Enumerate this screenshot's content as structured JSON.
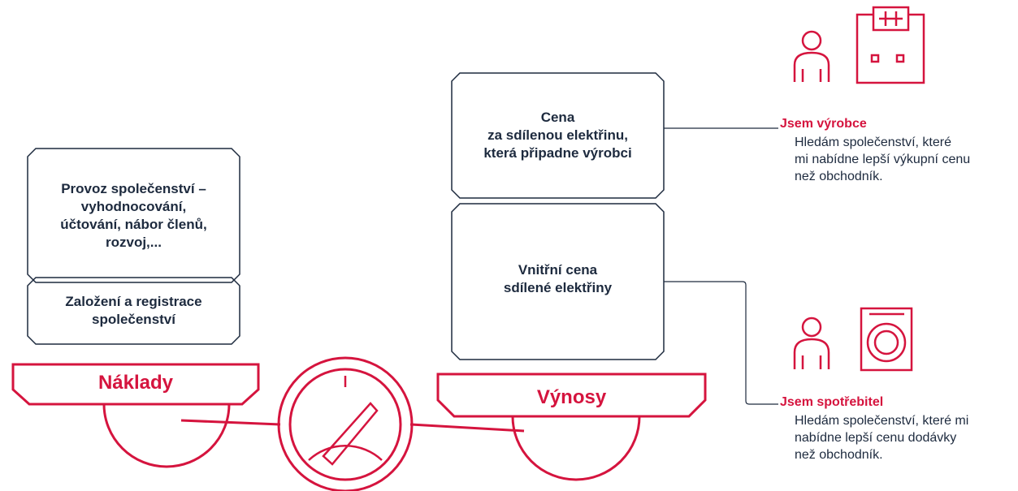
{
  "boxes": {
    "provoz": "Provoz společenství –\nvyhodnocování,\núčtování, nábor členů,\nrozvoj,...",
    "zalozeni": "Založení a registrace\nspolečenství",
    "cena": "Cena\nza sdílenou elektřinu,\nkterá připadne výrobci",
    "vnitrni": "Vnitřní cena\nsdílené elektřiny"
  },
  "scale": {
    "left_label": "Náklady",
    "right_label": "Výnosy"
  },
  "personas": {
    "producer": {
      "title": "Jsem výrobce",
      "description": "Hledám společenství, které\nmi nabídne lepší výkupní cenu\nnež obchodník."
    },
    "consumer": {
      "title": "Jsem spotřebitel",
      "description": "Hledám společenství, které mi\nnabídne lepší cenu dodávky\nnež obchodník."
    }
  },
  "colors": {
    "accent": "#d5143e",
    "outline": "#1d2a3e"
  },
  "icons": [
    "person-icon",
    "house-icon",
    "washing-machine-icon",
    "gauge-icon"
  ]
}
